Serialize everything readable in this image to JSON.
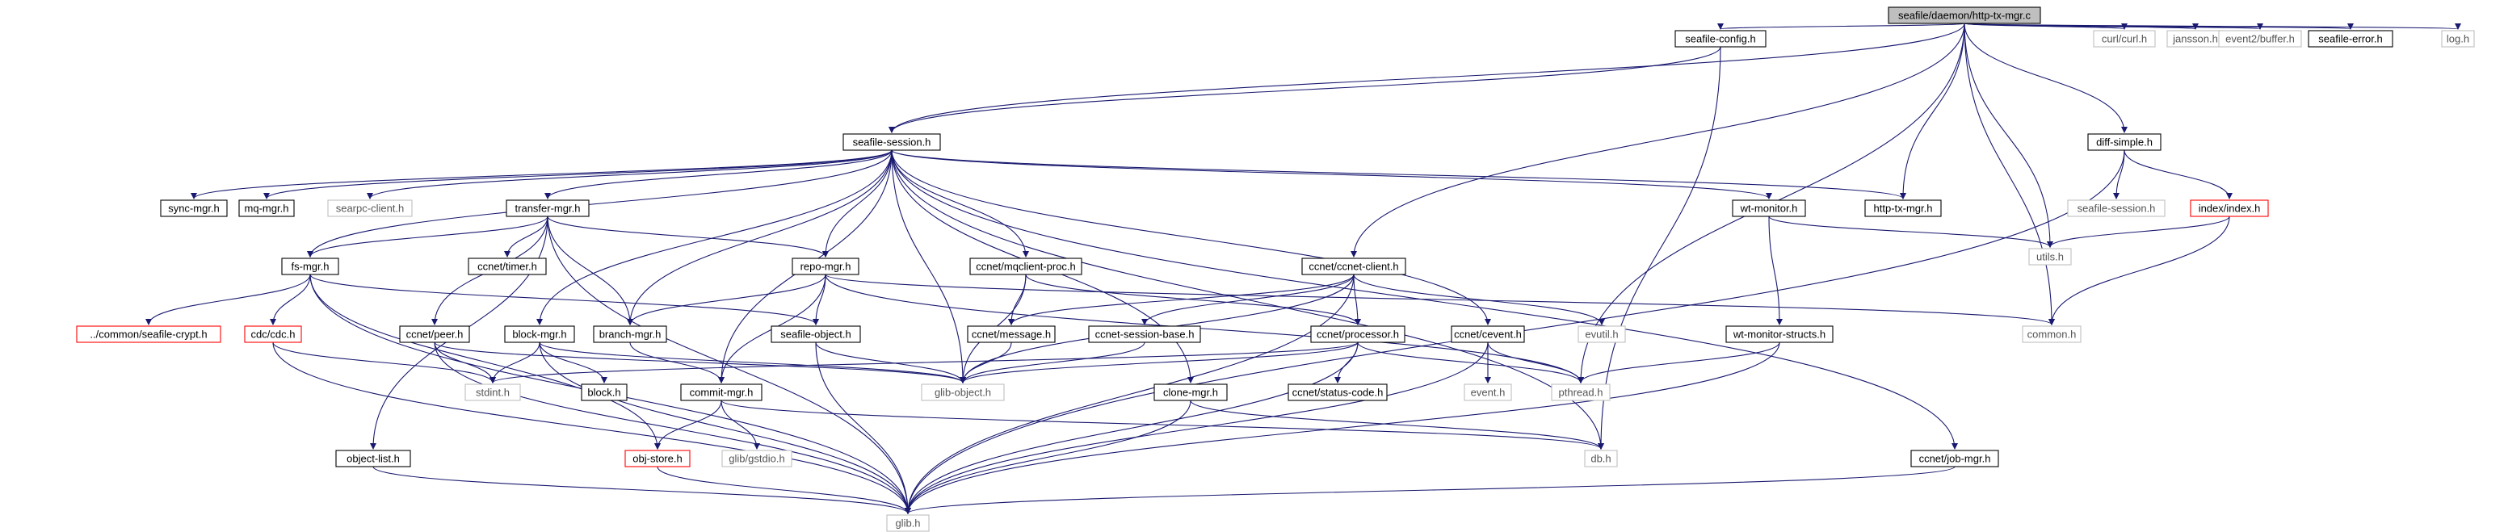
{
  "colors": {
    "edge": "#191970",
    "edge_dark": "#404040",
    "root_fill": "#bfbfbf",
    "node_border": "#000000",
    "missing_border": "#bfbfbf",
    "red_border": "#ff0000",
    "background": "#ffffff"
  },
  "graph": {
    "nodes": [
      {
        "id": "root",
        "label": "seafile/daemon/http-tx-mgr.c",
        "style": "root"
      },
      {
        "id": "seafile_config",
        "label": "seafile-config.h",
        "style": "black"
      },
      {
        "id": "curl",
        "label": "curl/curl.h",
        "style": "gray"
      },
      {
        "id": "jansson",
        "label": "jansson.h",
        "style": "gray"
      },
      {
        "id": "event2",
        "label": "event2/buffer.h",
        "style": "gray"
      },
      {
        "id": "seafile_error",
        "label": "seafile-error.h",
        "style": "black"
      },
      {
        "id": "log",
        "label": "log.h",
        "style": "gray"
      },
      {
        "id": "seafile_session",
        "label": "seafile-session.h",
        "style": "black"
      },
      {
        "id": "diff_simple",
        "label": "diff-simple.h",
        "style": "black"
      },
      {
        "id": "sync_mgr",
        "label": "sync-mgr.h",
        "style": "black"
      },
      {
        "id": "mq_mgr",
        "label": "mq-mgr.h",
        "style": "black"
      },
      {
        "id": "searpc",
        "label": "searpc-client.h",
        "style": "gray"
      },
      {
        "id": "transfer_mgr",
        "label": "transfer-mgr.h",
        "style": "black"
      },
      {
        "id": "wt_monitor",
        "label": "wt-monitor.h",
        "style": "black"
      },
      {
        "id": "http_tx_mgr",
        "label": "http-tx-mgr.h",
        "style": "black"
      },
      {
        "id": "seafile_session2",
        "label": "seafile-session.h",
        "style": "gray"
      },
      {
        "id": "index_h",
        "label": "index/index.h",
        "style": "red"
      },
      {
        "id": "fs_mgr",
        "label": "fs-mgr.h",
        "style": "black"
      },
      {
        "id": "ccnet_timer",
        "label": "ccnet/timer.h",
        "style": "black"
      },
      {
        "id": "repo_mgr",
        "label": "repo-mgr.h",
        "style": "black"
      },
      {
        "id": "ccnet_mq",
        "label": "ccnet/mqclient-proc.h",
        "style": "black"
      },
      {
        "id": "ccnet_client",
        "label": "ccnet/ccnet-client.h",
        "style": "black"
      },
      {
        "id": "utils",
        "label": "utils.h",
        "style": "gray"
      },
      {
        "id": "seafile_crypt",
        "label": "../common/seafile-crypt.h",
        "style": "red"
      },
      {
        "id": "cdc",
        "label": "cdc/cdc.h",
        "style": "red"
      },
      {
        "id": "ccnet_peer",
        "label": "ccnet/peer.h",
        "style": "black"
      },
      {
        "id": "block_mgr",
        "label": "block-mgr.h",
        "style": "black"
      },
      {
        "id": "branch_mgr",
        "label": "branch-mgr.h",
        "style": "black"
      },
      {
        "id": "seafile_object",
        "label": "seafile-object.h",
        "style": "black"
      },
      {
        "id": "ccnet_message",
        "label": "ccnet/message.h",
        "style": "black"
      },
      {
        "id": "ccnet_session_base",
        "label": "ccnet-session-base.h",
        "style": "black"
      },
      {
        "id": "ccnet_processor",
        "label": "ccnet/processor.h",
        "style": "black"
      },
      {
        "id": "ccnet_cevent",
        "label": "ccnet/cevent.h",
        "style": "black"
      },
      {
        "id": "evutil",
        "label": "evutil.h",
        "style": "gray"
      },
      {
        "id": "wt_monitor_structs",
        "label": "wt-monitor-structs.h",
        "style": "black"
      },
      {
        "id": "common",
        "label": "common.h",
        "style": "gray"
      },
      {
        "id": "stdint",
        "label": "stdint.h",
        "style": "gray"
      },
      {
        "id": "block",
        "label": "block.h",
        "style": "black"
      },
      {
        "id": "glib_object",
        "label": "glib-object.h",
        "style": "gray"
      },
      {
        "id": "commit_mgr",
        "label": "commit-mgr.h",
        "style": "black"
      },
      {
        "id": "clone_mgr",
        "label": "clone-mgr.h",
        "style": "black"
      },
      {
        "id": "ccnet_status",
        "label": "ccnet/status-code.h",
        "style": "black"
      },
      {
        "id": "event",
        "label": "event.h",
        "style": "gray"
      },
      {
        "id": "pthread",
        "label": "pthread.h",
        "style": "gray"
      },
      {
        "id": "object_list",
        "label": "object-list.h",
        "style": "black"
      },
      {
        "id": "obj_store",
        "label": "obj-store.h",
        "style": "red"
      },
      {
        "id": "glib_gstdio",
        "label": "glib/gstdio.h",
        "style": "gray"
      },
      {
        "id": "db",
        "label": "db.h",
        "style": "gray"
      },
      {
        "id": "ccnet_job",
        "label": "ccnet/job-mgr.h",
        "style": "black"
      },
      {
        "id": "glib",
        "label": "glib.h",
        "style": "gray"
      }
    ],
    "edges": [
      [
        "root",
        "seafile_config"
      ],
      [
        "root",
        "curl"
      ],
      [
        "root",
        "jansson"
      ],
      [
        "root",
        "event2"
      ],
      [
        "root",
        "seafile_error"
      ],
      [
        "root",
        "log"
      ],
      [
        "root",
        "seafile_session"
      ],
      [
        "root",
        "diff_simple"
      ],
      [
        "root",
        "http_tx_mgr"
      ],
      [
        "root",
        "utils"
      ],
      [
        "root",
        "common"
      ],
      [
        "root",
        "pthread"
      ],
      [
        "root",
        "ccnet_client"
      ],
      [
        "seafile_config",
        "seafile_session"
      ],
      [
        "seafile_config",
        "db"
      ],
      [
        "seafile_session",
        "sync_mgr"
      ],
      [
        "seafile_session",
        "mq_mgr"
      ],
      [
        "seafile_session",
        "searpc"
      ],
      [
        "seafile_session",
        "transfer_mgr"
      ],
      [
        "seafile_session",
        "fs_mgr"
      ],
      [
        "seafile_session",
        "repo_mgr"
      ],
      [
        "seafile_session",
        "ccnet_mq"
      ],
      [
        "seafile_session",
        "wt_monitor"
      ],
      [
        "seafile_session",
        "http_tx_mgr"
      ],
      [
        "seafile_session",
        "ccnet_cevent"
      ],
      [
        "seafile_session",
        "ccnet_job"
      ],
      [
        "seafile_session",
        "clone_mgr"
      ],
      [
        "seafile_session",
        "block_mgr"
      ],
      [
        "seafile_session",
        "branch_mgr"
      ],
      [
        "seafile_session",
        "commit_mgr"
      ],
      [
        "seafile_session",
        "glib_object"
      ],
      [
        "seafile_session",
        "db"
      ],
      [
        "diff_simple",
        "seafile_session2"
      ],
      [
        "diff_simple",
        "index_h"
      ],
      [
        "diff_simple",
        "glib"
      ],
      [
        "index_h",
        "utils"
      ],
      [
        "index_h",
        "common"
      ],
      [
        "transfer_mgr",
        "ccnet_timer"
      ],
      [
        "transfer_mgr",
        "fs_mgr"
      ],
      [
        "transfer_mgr",
        "repo_mgr"
      ],
      [
        "transfer_mgr",
        "ccnet_peer"
      ],
      [
        "transfer_mgr",
        "object_list"
      ],
      [
        "transfer_mgr",
        "branch_mgr"
      ],
      [
        "transfer_mgr",
        "glib"
      ],
      [
        "wt_monitor",
        "utils"
      ],
      [
        "wt_monitor",
        "wt_monitor_structs"
      ],
      [
        "fs_mgr",
        "seafile_crypt"
      ],
      [
        "fs_mgr",
        "cdc"
      ],
      [
        "fs_mgr",
        "seafile_object"
      ],
      [
        "fs_mgr",
        "obj_store"
      ],
      [
        "fs_mgr",
        "glib"
      ],
      [
        "repo_mgr",
        "seafile_object"
      ],
      [
        "repo_mgr",
        "commit_mgr"
      ],
      [
        "repo_mgr",
        "branch_mgr"
      ],
      [
        "repo_mgr",
        "common"
      ],
      [
        "repo_mgr",
        "pthread"
      ],
      [
        "ccnet_mq",
        "ccnet_message"
      ],
      [
        "ccnet_mq",
        "ccnet_processor"
      ],
      [
        "ccnet_mq",
        "glib_object"
      ],
      [
        "ccnet_client",
        "ccnet_message"
      ],
      [
        "ccnet_client",
        "ccnet_session_base"
      ],
      [
        "ccnet_client",
        "ccnet_processor"
      ],
      [
        "ccnet_client",
        "evutil"
      ],
      [
        "ccnet_client",
        "glib_object"
      ],
      [
        "ccnet_client",
        "glib"
      ],
      [
        "cdc",
        "stdint"
      ],
      [
        "cdc",
        "glib"
      ],
      [
        "ccnet_peer",
        "stdint"
      ],
      [
        "ccnet_peer",
        "glib_object"
      ],
      [
        "ccnet_peer",
        "glib"
      ],
      [
        "block_mgr",
        "block"
      ],
      [
        "block_mgr",
        "stdint"
      ],
      [
        "block_mgr",
        "glib_object"
      ],
      [
        "block_mgr",
        "glib"
      ],
      [
        "branch_mgr",
        "commit_mgr"
      ],
      [
        "seafile_object",
        "glib_object"
      ],
      [
        "seafile_object",
        "glib"
      ],
      [
        "ccnet_message",
        "glib_object"
      ],
      [
        "ccnet_session_base",
        "glib_object"
      ],
      [
        "ccnet_processor",
        "glib_object"
      ],
      [
        "ccnet_processor",
        "ccnet_status"
      ],
      [
        "ccnet_processor",
        "stdint"
      ],
      [
        "ccnet_processor",
        "pthread"
      ],
      [
        "ccnet_processor",
        "glib"
      ],
      [
        "ccnet_cevent",
        "event"
      ],
      [
        "ccnet_cevent",
        "pthread"
      ],
      [
        "ccnet_cevent",
        "glib"
      ],
      [
        "wt_monitor_structs",
        "pthread"
      ],
      [
        "wt_monitor_structs",
        "glib"
      ],
      [
        "commit_mgr",
        "obj_store"
      ],
      [
        "commit_mgr",
        "glib_gstdio"
      ],
      [
        "commit_mgr",
        "db"
      ],
      [
        "clone_mgr",
        "db"
      ],
      [
        "clone_mgr",
        "glib"
      ],
      [
        "object_list",
        "glib"
      ],
      [
        "obj_store",
        "glib"
      ],
      [
        "ccnet_job",
        "glib"
      ]
    ]
  }
}
